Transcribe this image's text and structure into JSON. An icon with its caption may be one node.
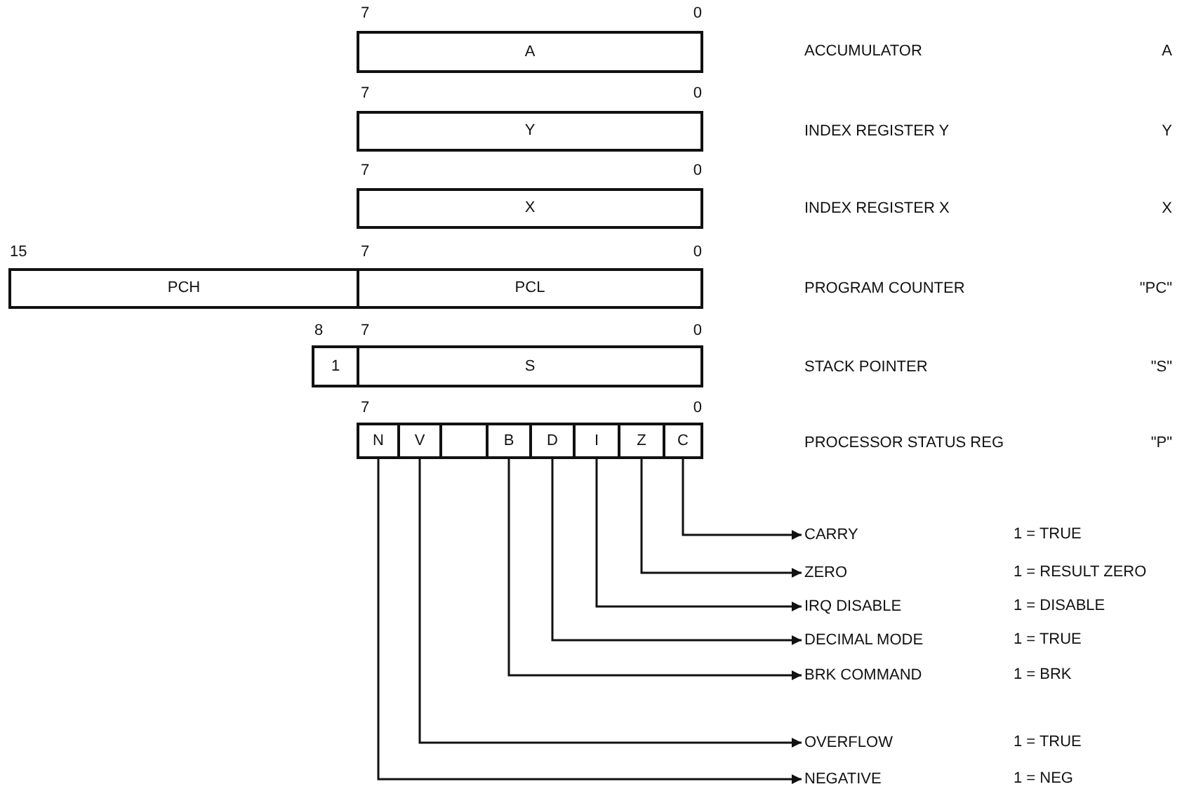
{
  "diagram": {
    "nodes": [
      {
        "text": [
          "A"
        ]
      },
      {
        "text": [
          "Y"
        ]
      },
      {
        "text": [
          "X"
        ]
      },
      {
        "text": [
          "PCH"
        ]
      },
      {
        "text": [
          "PCL"
        ]
      },
      {
        "text": [
          "1"
        ]
      },
      {
        "text": [
          "S"
        ]
      },
      {
        "text": [
          "N"
        ]
      },
      {
        "text": [
          "V"
        ]
      },
      {
        "text": [],
        "shape": "box"
      },
      {
        "text": [
          "B"
        ]
      },
      {
        "text": [
          "D"
        ]
      },
      {
        "text": [
          "I"
        ]
      },
      {
        "text": [
          "Z"
        ]
      },
      {
        "text": [
          "C"
        ]
      },
      {
        "text": [
          "CARRY"
        ]
      },
      {
        "text": [
          "ZERO"
        ]
      },
      {
        "text": [
          "IRQ DISABLE"
        ]
      },
      {
        "text": [
          "DECIMAL MODE"
        ]
      },
      {
        "text": [
          "BRK COMMAND"
        ]
      },
      {
        "text": [
          "OVERFLOW"
        ]
      },
      {
        "text": [
          "NEGATIVE"
        ]
      }
    ],
    "edges": [
      {
        "from": 14,
        "to": 15,
        "arrow": "to"
      },
      {
        "from": 13,
        "to": 16,
        "arrow": "to"
      },
      {
        "from": 12,
        "to": 17,
        "arrow": "to"
      },
      {
        "from": 11,
        "to": 18,
        "arrow": "to"
      },
      {
        "from": 10,
        "to": 19,
        "arrow": "to"
      },
      {
        "from": 8,
        "to": 20,
        "arrow": "to"
      },
      {
        "from": 7,
        "to": 21,
        "arrow": "to"
      }
    ],
    "labels": [
      "7",
      "0",
      "ACCUMULATOR",
      "A",
      "7",
      "0",
      "INDEX REGISTER Y",
      "Y",
      "7",
      "0",
      "INDEX REGISTER X",
      "X",
      "15",
      "7",
      "0",
      "PROGRAM COUNTER",
      "\"PC\"",
      "8",
      "7",
      "0",
      "STACK POINTER",
      "\"S\"",
      "7",
      "0",
      "PROCESSOR STATUS REG",
      "\"P\"",
      "1 = TRUE",
      "1 = RESULT ZERO",
      "1 = DISABLE",
      "1 = TRUE",
      "1 = BRK",
      "1 = TRUE",
      "1 = NEG"
    ]
  }
}
